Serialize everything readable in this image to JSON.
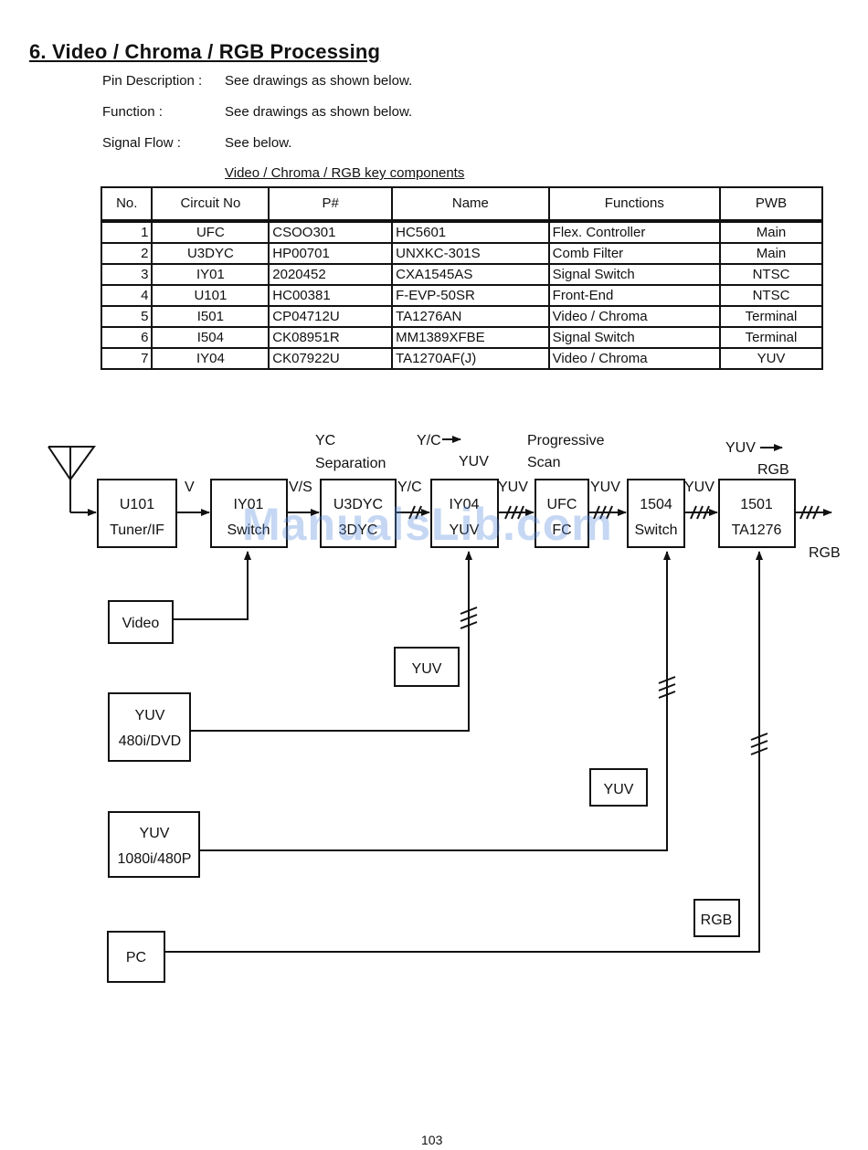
{
  "title": "6. Video / Chroma / RGB Processing",
  "meta": [
    {
      "label": "Pin Description :",
      "value": "See drawings as shown below."
    },
    {
      "label": "Function :",
      "value": "See drawings as shown below."
    },
    {
      "label": "Signal Flow :",
      "value": "See below."
    }
  ],
  "table": {
    "caption": "Video / Chroma / RGB key components",
    "headers": [
      "No.",
      "Circuit No",
      "P#",
      "Name",
      "Functions",
      "PWB"
    ],
    "rows": [
      [
        "1",
        "UFC",
        "CSOO301",
        "HC5601",
        "Flex. Controller",
        "Main"
      ],
      [
        "2",
        "U3DYC",
        "HP00701",
        "UNXKC-301S",
        "Comb Filter",
        "Main"
      ],
      [
        "3",
        "IY01",
        "2020452",
        "CXA1545AS",
        "Signal Switch",
        "NTSC"
      ],
      [
        "4",
        "U101",
        "HC00381",
        "F-EVP-50SR",
        "Front-End",
        "NTSC"
      ],
      [
        "5",
        "I501",
        "CP04712U",
        "TA1276AN",
        "Video / Chroma",
        "Terminal"
      ],
      [
        "6",
        "I504",
        "CK08951R",
        "MM1389XFBE",
        "Signal Switch",
        "Terminal"
      ],
      [
        "7",
        "IY04",
        "CK07922U",
        "TA1270AF(J)",
        "Video / Chroma",
        "YUV"
      ]
    ]
  },
  "diagram": {
    "antenna_icon": "antenna-icon",
    "blocks": {
      "u101_l1": "U101",
      "u101_l2": "Tuner/IF",
      "iy01_l1": "IY01",
      "iy01_l2": "Switch",
      "u3dyc_l1": "U3DYC",
      "u3dyc_l2": "3DYC",
      "iy04_l1": "IY04",
      "iy04_l2": "YUV",
      "ufc_l1": "UFC",
      "ufc_l2": "FC",
      "s1504_l1": "1504",
      "s1504_l2": "Switch",
      "s1501_l1": "1501",
      "s1501_l2": "TA1276"
    },
    "inputs": {
      "video": "Video",
      "yuv_dvd_l1": "YUV",
      "yuv_dvd_l2": "480i/DVD",
      "yuv_hd_l1": "YUV",
      "yuv_hd_l2": "1080i/480P",
      "pc": "PC",
      "yuv_a": "YUV",
      "yuv_b": "YUV",
      "rgb": "RGB"
    },
    "labels": {
      "v": "V",
      "vs": "V/S",
      "yc": "Y/C",
      "yuv1": "YUV",
      "yuv2": "YUV",
      "yuv3": "YUV",
      "yc_sep_l1": "YC",
      "yc_sep_l2": "Separation",
      "yc_to_l1": "Y/C",
      "yc_to_l2": "YUV",
      "prog_l1": "Progressive",
      "prog_l2": "Scan",
      "yuv_rgb_l1": "YUV",
      "yuv_rgb_l2": "RGB",
      "rgb_out": "RGB"
    }
  },
  "watermark": "ManualsLib.com",
  "page_number": "103"
}
